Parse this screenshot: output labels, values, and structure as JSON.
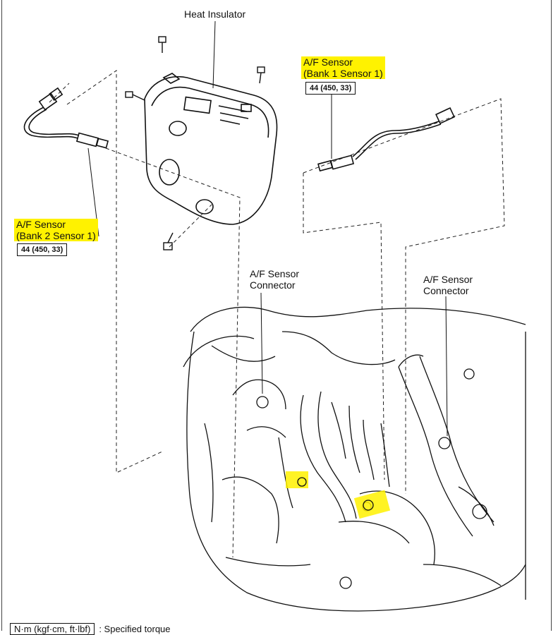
{
  "labels": {
    "heat_insulator": "Heat Insulator",
    "bank1_line1": "A/F Sensor",
    "bank1_line2": "(Bank 1 Sensor 1)",
    "bank1_torque": "44 (450, 33)",
    "bank2_line1": "A/F Sensor",
    "bank2_line2": "(Bank 2 Sensor 1)",
    "bank2_torque": "44 (450, 33)",
    "connector_left_line1": "A/F Sensor",
    "connector_left_line2": "Connector",
    "connector_right_line1": "A/F Sensor",
    "connector_right_line2": "Connector"
  },
  "legend": {
    "unit": "N·m (kgf·cm, ft·lbf)",
    "text": ": Specified torque"
  },
  "colors": {
    "highlight": "#fff200",
    "line": "#111111"
  }
}
